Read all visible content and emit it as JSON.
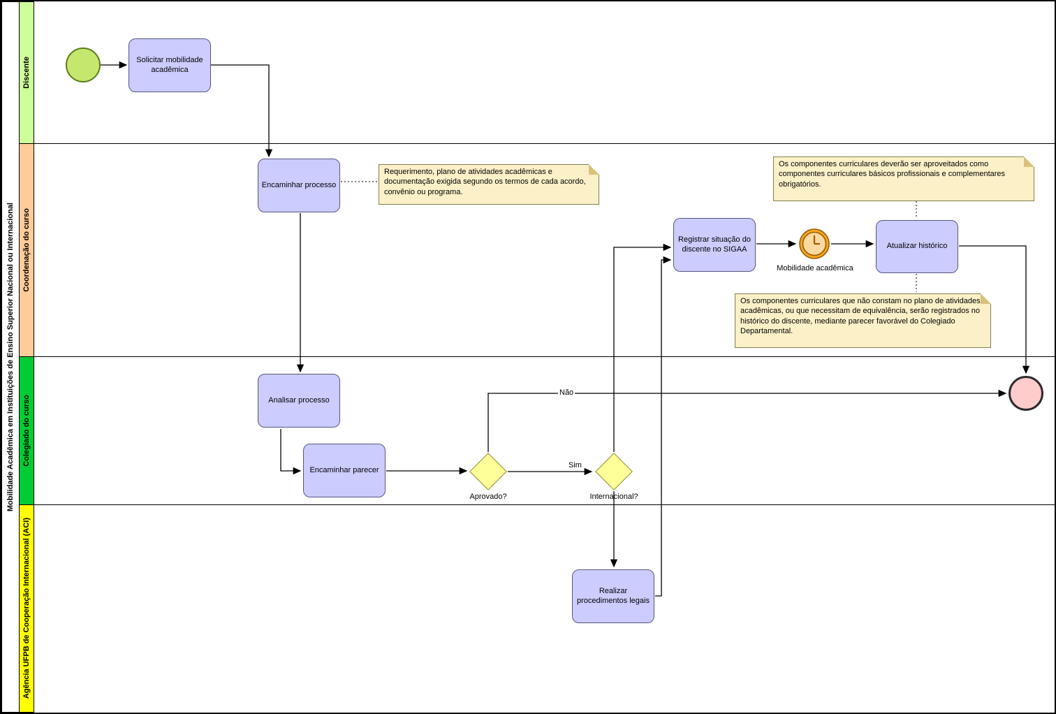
{
  "pool": {
    "title": "Mobilidade Acadêmica em Instituições de Ensino Superior Nacional ou Internacional"
  },
  "lanes": [
    {
      "label": "Discente",
      "color": "#ccff99"
    },
    {
      "label": "Coordenação do curso",
      "color": "#ffcc99"
    },
    {
      "label": "Colegiado do curso",
      "color": "#00cc33"
    },
    {
      "label": "Agência UFPB de Cooperação Internacional (ACI)",
      "color": "#ffff00"
    }
  ],
  "tasks": {
    "solicitar": "Solicitar mobilidade acadêmica",
    "encaminhar_processo": "Encaminhar processo",
    "analisar_processo": "Analisar processo",
    "encaminhar_parecer": "Encaminhar parecer",
    "registrar_situacao": "Registrar situação do discente no SIGAA",
    "atualizar_historico": "Atualizar histórico",
    "realizar_procedimentos": "Realizar procedimentos legais"
  },
  "gateways": {
    "aprovado": "Aprovado?",
    "internacional": "Internacional?"
  },
  "events": {
    "timer_label": "Mobilidade acadêmica"
  },
  "edge_labels": {
    "nao": "Não",
    "sim": "Sim"
  },
  "notes": {
    "note1": "Requerimento, plano de atividades acadêmicas e documentação exigida segundo os termos de cada acordo, convênio ou programa.",
    "note2": "Os componentes curriculares deverão ser aproveitados como componentes curriculares básicos profissionais e complementares obrigatórios.",
    "note3": "Os componentes curriculares que não constam no plano de atividades acadêmicas, ou que necessitam de equivalência, serão registrados no histórico do discente, mediante parecer favorável do Colegiado Departamental."
  },
  "colors": {
    "task_fill": "#ccccff",
    "gateway_fill": "#ffff99",
    "note_fill": "#fcf0c8",
    "start_event_fill": "#c5e76d",
    "end_event_fill": "#ffcccc",
    "timer_fill": "#f5a623"
  }
}
